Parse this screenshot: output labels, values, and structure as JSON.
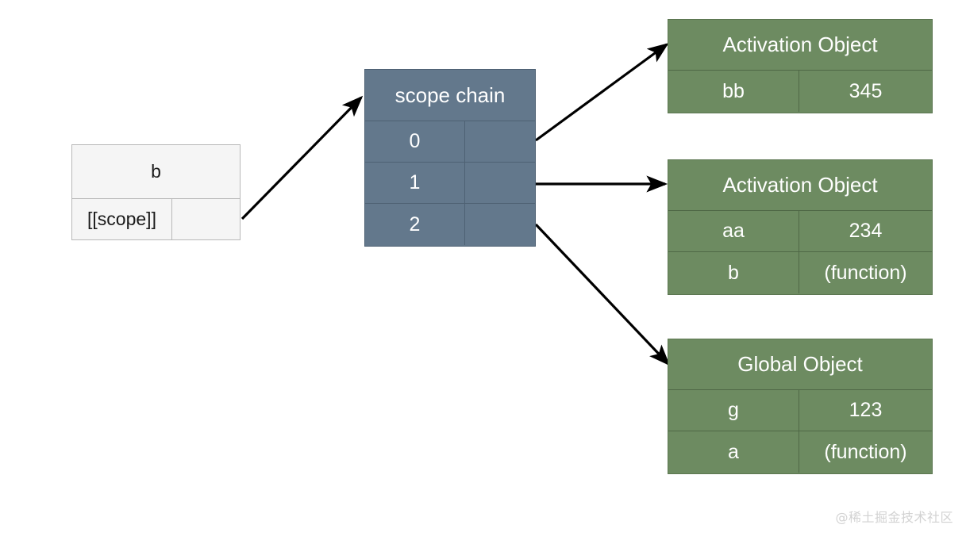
{
  "diagram": {
    "title": "JavaScript scope chain diagram",
    "colors": {
      "slate": "#63788c",
      "green": "#6d8b61",
      "light": "#f5f5f5",
      "arrow": "#000000",
      "watermark": "#d2d2d2"
    }
  },
  "function_box": {
    "header": "b",
    "rows": [
      {
        "key": "[[scope]]",
        "value": ""
      }
    ]
  },
  "scope_chain": {
    "header": "scope chain",
    "rows": [
      {
        "index": "0",
        "value": ""
      },
      {
        "index": "1",
        "value": ""
      },
      {
        "index": "2",
        "value": ""
      }
    ]
  },
  "objects": [
    {
      "header": "Activation Object",
      "rows": [
        {
          "key": "bb",
          "value": "345"
        }
      ]
    },
    {
      "header": "Activation Object",
      "rows": [
        {
          "key": "aa",
          "value": "234"
        },
        {
          "key": "b",
          "value": "(function)"
        }
      ]
    },
    {
      "header": "Global Object",
      "rows": [
        {
          "key": "g",
          "value": "123"
        },
        {
          "key": "a",
          "value": "(function)"
        }
      ]
    }
  ],
  "arrows": [
    {
      "name": "scope-to-chain",
      "from": "function-box",
      "to": "scope-chain"
    },
    {
      "name": "chain-0-to-activation-1",
      "from": "scope-chain-row-0",
      "to": "object-0"
    },
    {
      "name": "chain-1-to-activation-2",
      "from": "scope-chain-row-1",
      "to": "object-1"
    },
    {
      "name": "chain-2-to-global",
      "from": "scope-chain-row-2",
      "to": "object-2"
    }
  ],
  "watermark": "@稀土掘金技术社区"
}
